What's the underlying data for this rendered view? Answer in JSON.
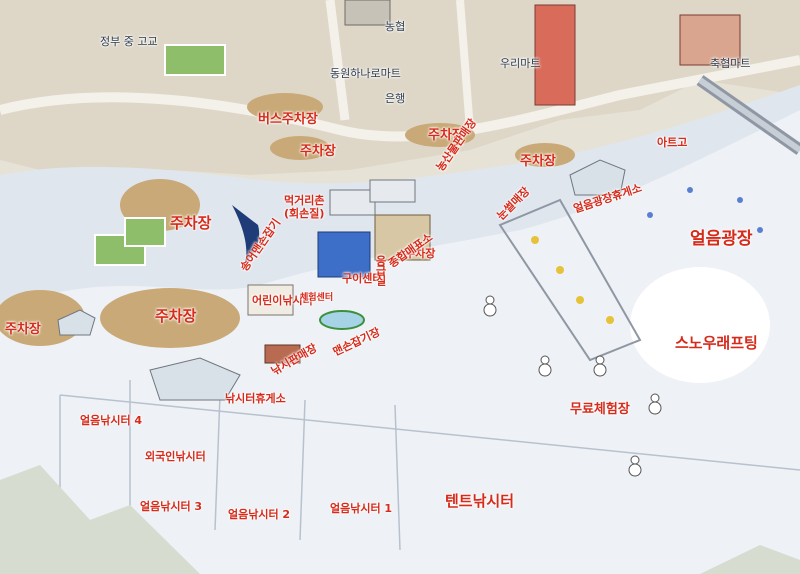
{
  "labels": {
    "bus_parking": "버스주차장",
    "parking_1": "주차장",
    "parking_2": "주차장",
    "parking_3": "주차장",
    "parking_4": "주차장",
    "parking_5": "주차장",
    "parking_6": "주차장",
    "parking_7": "주차장",
    "ice_plaza": "얼음광장",
    "snow_rafting": "스노우래프팅",
    "ice_plaza_rest": "얼음광장휴게소",
    "arch": "아트고",
    "farm_store": "농산물판매장",
    "restaurant_village": "먹거리촌",
    "restaurant_village_sub": "(회손질)",
    "fish_grabbing": "송어맨손잡기",
    "grill_center": "구이센터",
    "general_store": "종합매표소",
    "first_aid": "응급실",
    "kids_fishing": "어린이낚시터",
    "experience_center": "체험센터",
    "fishing_store": "낚시판매장",
    "fishing_rest": "낚시터휴게소",
    "barehand_fishing": "맨손잡기장",
    "ice_fishing_1": "얼음낚시터 1",
    "ice_fishing_2": "얼음낚시터 2",
    "ice_fishing_3": "얼음낚시터 3",
    "ice_fishing_4": "얼음낚시터 4",
    "foreigner_fishing": "외국인낚시터",
    "tent_fishing": "텐트낚시터",
    "free_experience": "무료체험장",
    "nunbeol": "눈썰매장",
    "sled": "썰매장"
  },
  "town": {
    "school": "정부 중 고교",
    "mart_1": "동원하나로마트",
    "mart_2": "우리마트",
    "mart_3": "축협마트",
    "mart_4": "농협",
    "bank": "은행"
  }
}
